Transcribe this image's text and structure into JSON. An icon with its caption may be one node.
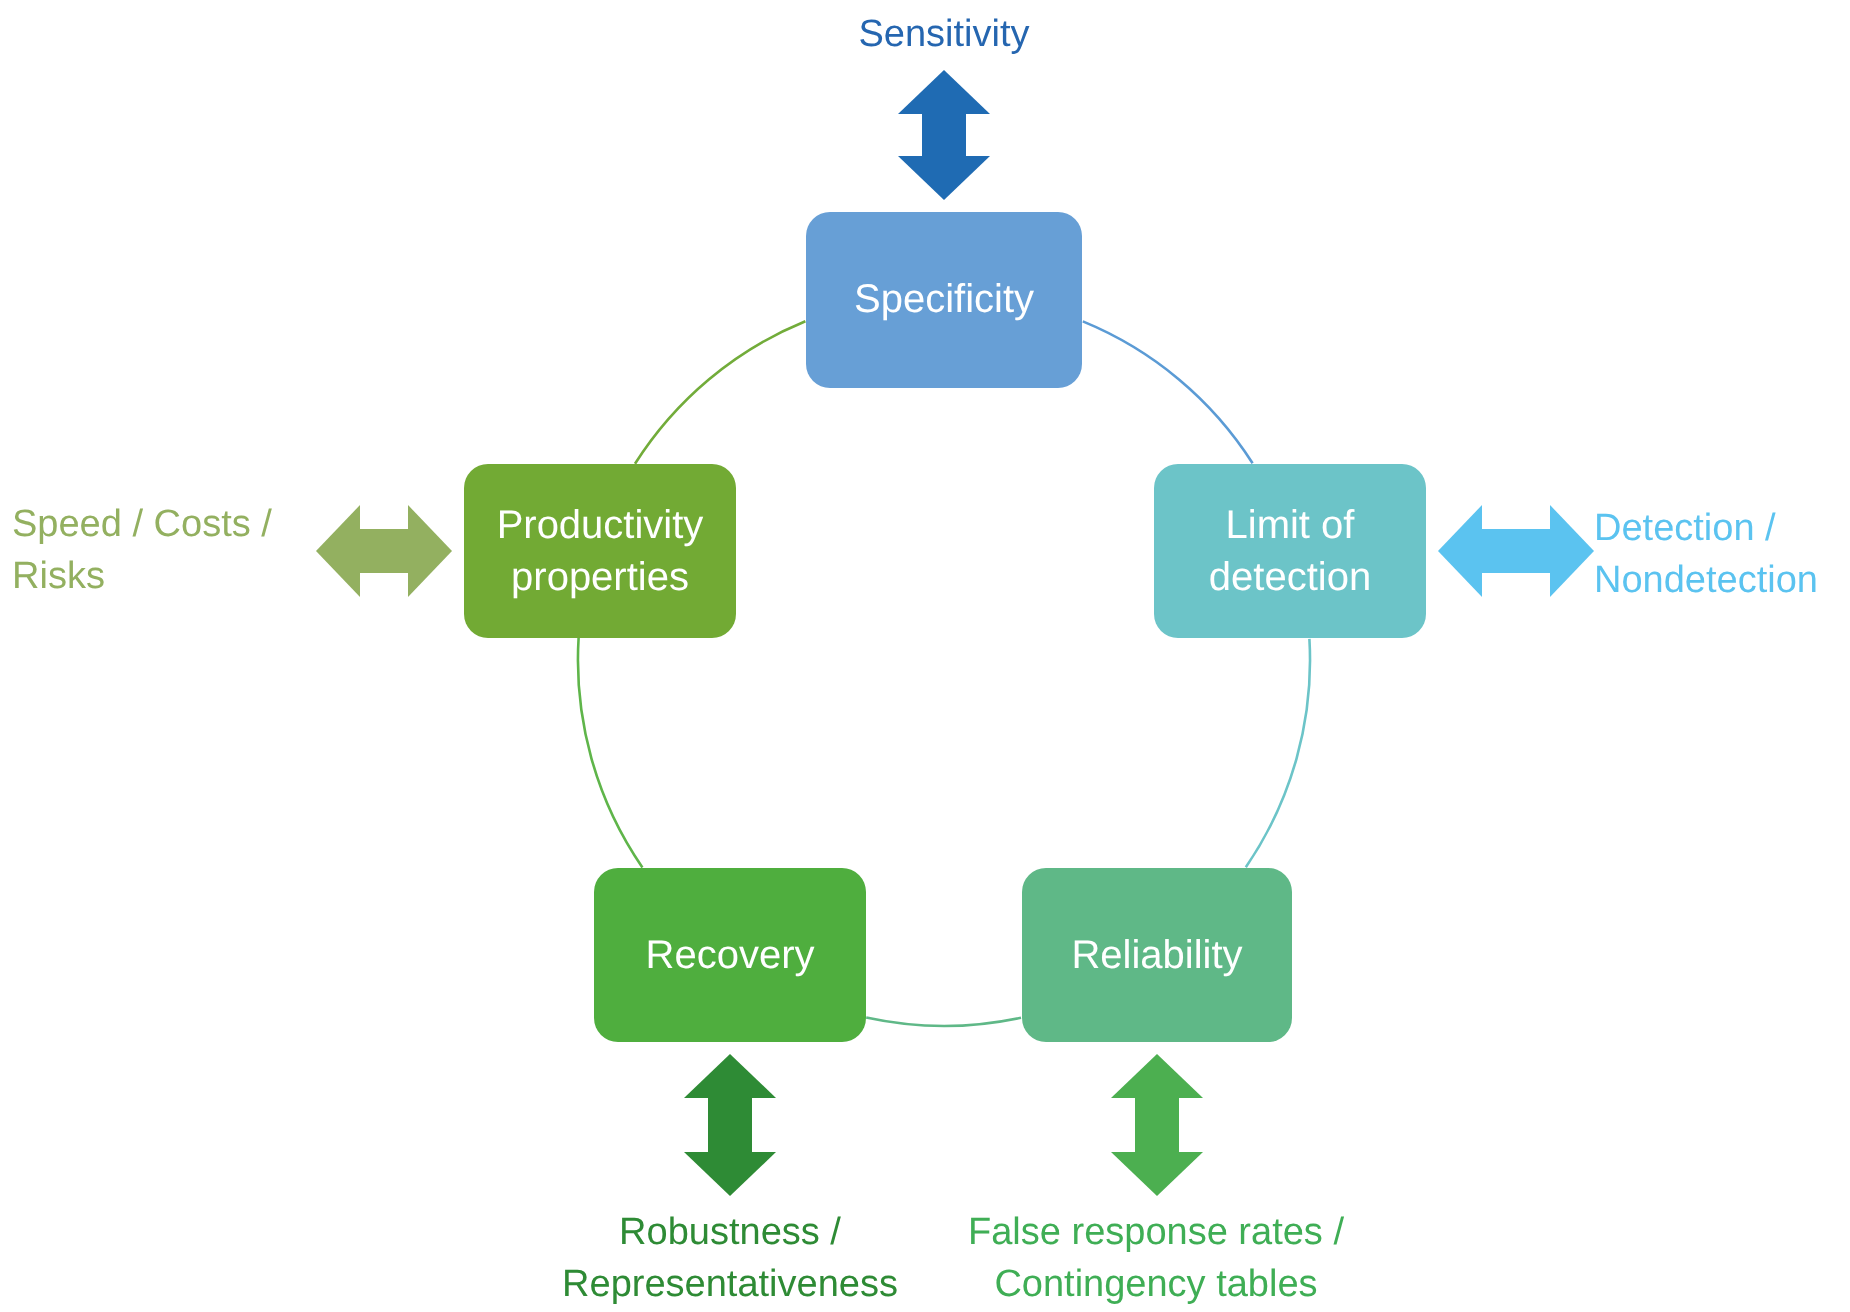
{
  "diagram": {
    "nodes": [
      {
        "text": [
          "Specificity"
        ]
      },
      {
        "text": [
          "Limit of detection"
        ]
      },
      {
        "text": [
          "Reliability"
        ]
      },
      {
        "text": [
          "Recovery"
        ]
      },
      {
        "text": [
          "Productivity properties"
        ]
      },
      {
        "text": [
          "Sensitivity"
        ]
      },
      {
        "text": [
          "Detection / Nondetection"
        ]
      },
      {
        "text": [
          "False response rates / Contingency tables"
        ]
      },
      {
        "text": [
          "Robustness / Representativeness"
        ]
      },
      {
        "text": [
          "Speed / Costs / Risks"
        ]
      }
    ],
    "edges": [
      {
        "from": 0,
        "to": 1,
        "arrow": "none",
        "color": "#5b9bd5"
      },
      {
        "from": 1,
        "to": 2,
        "arrow": "none",
        "color": "#6cc4c8"
      },
      {
        "from": 2,
        "to": 3,
        "arrow": "none",
        "color": "#5fb887"
      },
      {
        "from": 3,
        "to": 4,
        "arrow": "none",
        "color": "#5fb54a"
      },
      {
        "from": 4,
        "to": 0,
        "arrow": "none",
        "color": "#72ac3a"
      },
      {
        "from": 5,
        "to": 0,
        "arrow": "both",
        "style": "thick",
        "color": "#1f6bb3"
      },
      {
        "from": 1,
        "to": 6,
        "arrow": "both",
        "style": "thick",
        "color": "#5bc3f0"
      },
      {
        "from": 2,
        "to": 7,
        "arrow": "both",
        "style": "thick",
        "color": "#4caf50"
      },
      {
        "from": 3,
        "to": 8,
        "arrow": "both",
        "style": "thick",
        "color": "#2e8b35"
      },
      {
        "from": 9,
        "to": 4,
        "arrow": "both",
        "style": "thick",
        "color": "#93b060"
      }
    ]
  }
}
